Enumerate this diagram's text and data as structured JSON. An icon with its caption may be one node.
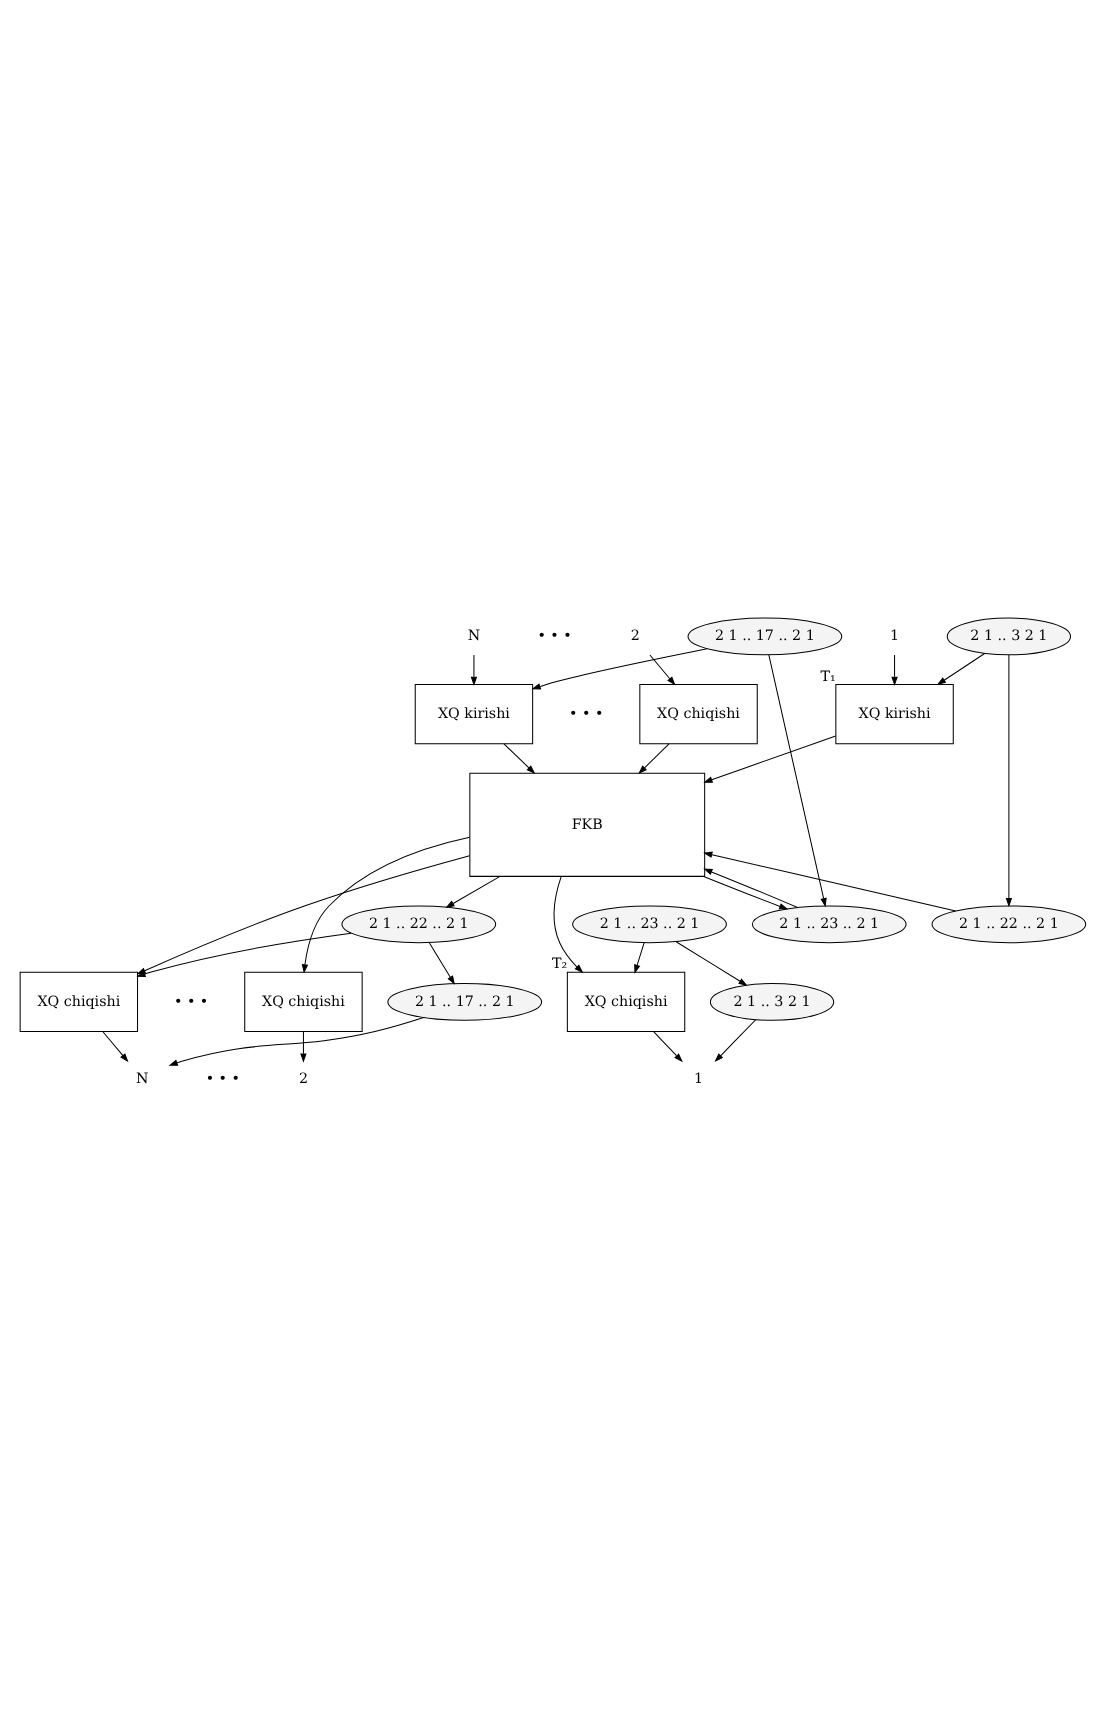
{
  "diagram": {
    "nodes": [
      {
        "text": [
          "N"
        ]
      },
      {
        "text": [
          "2"
        ]
      },
      {
        "text": [
          "1"
        ]
      },
      {
        "text": [
          "XQ kirishi"
        ]
      },
      {
        "text": [
          "XQ chiqishi"
        ]
      },
      {
        "text": [
          "XQ kirishi"
        ],
        "beside": [
          "T₁"
        ]
      },
      {
        "text": [
          "FKB"
        ]
      },
      {
        "text": [
          "XQ chiqishi"
        ]
      },
      {
        "text": [
          "XQ chiqishi"
        ]
      },
      {
        "text": [
          "XQ chiqishi"
        ],
        "beside": [
          "T₂"
        ]
      },
      {
        "text": [
          "N"
        ]
      },
      {
        "text": [
          "2"
        ]
      },
      {
        "text": [
          "1"
        ]
      },
      {
        "text": [
          "2 1 .. 17 .. 2 1"
        ]
      },
      {
        "text": [
          "2 1 .. 23 .. 2 1"
        ]
      },
      {
        "text": [
          "2 1 .. 22 .. 2 1"
        ]
      },
      {
        "text": [
          "2 1 .. 17 .. 2 1"
        ]
      },
      {
        "text": [
          "2 1 .. 3 2 1"
        ]
      },
      {
        "text": [
          "2 1 .. 22 .. 2 1"
        ]
      },
      {
        "text": [
          "2 1 .. 23 .. 2 1"
        ]
      },
      {
        "text": [
          "2 1 .. 3 2 1"
        ]
      }
    ],
    "edges": [
      {
        "from": 0,
        "to": 3,
        "arrow": "to"
      },
      {
        "from": 1,
        "to": 4,
        "arrow": "to"
      },
      {
        "from": 2,
        "to": 5,
        "arrow": "to"
      },
      {
        "from": 3,
        "to": 6,
        "arrow": "to"
      },
      {
        "from": 4,
        "to": 6,
        "arrow": "to"
      },
      {
        "from": 5,
        "to": 6,
        "arrow": "to"
      },
      {
        "from": 6,
        "to": 7,
        "arrow": "to"
      },
      {
        "from": 6,
        "to": 8,
        "arrow": "to"
      },
      {
        "from": 6,
        "to": 9,
        "arrow": "to"
      },
      {
        "from": 7,
        "to": 10,
        "arrow": "to"
      },
      {
        "from": 8,
        "to": 11,
        "arrow": "to"
      },
      {
        "from": 9,
        "to": 12,
        "arrow": "to"
      },
      {
        "from": 17,
        "to": 5,
        "arrow": "to"
      },
      {
        "from": 17,
        "to": 18,
        "arrow": "to"
      },
      {
        "from": 18,
        "to": 6,
        "arrow": "to"
      },
      {
        "from": 6,
        "to": 15,
        "arrow": "to"
      },
      {
        "from": 13,
        "to": 3,
        "arrow": "to"
      },
      {
        "from": 13,
        "to": 14,
        "arrow": "to"
      },
      {
        "from": 14,
        "to": 6,
        "arrow": "to"
      },
      {
        "from": 6,
        "to": 14,
        "arrow": "to"
      },
      {
        "from": 19,
        "to": 9,
        "arrow": "to"
      },
      {
        "from": 19,
        "to": 20,
        "arrow": "to"
      },
      {
        "from": 20,
        "to": 12,
        "arrow": "to"
      },
      {
        "from": 15,
        "to": 7,
        "arrow": "to"
      },
      {
        "from": 15,
        "to": 16,
        "arrow": "to"
      },
      {
        "from": 16,
        "to": 10,
        "arrow": "to"
      }
    ],
    "labels": [
      "• • •",
      "• • •",
      "• • •",
      "• • •"
    ]
  }
}
